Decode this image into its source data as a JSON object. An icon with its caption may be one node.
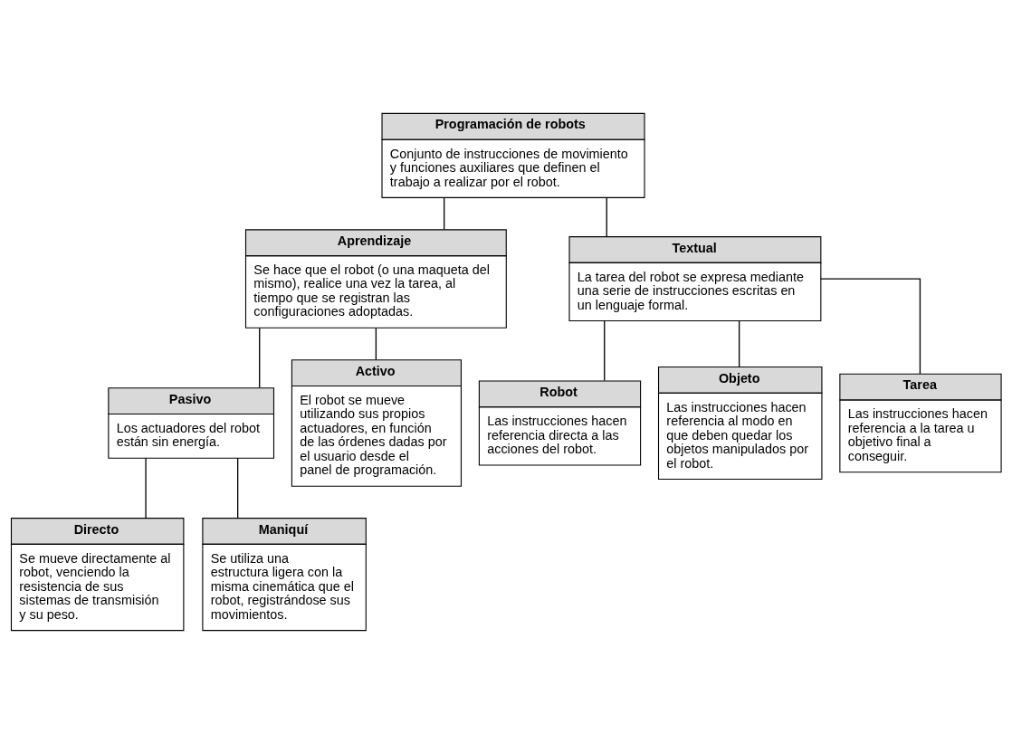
{
  "diagram": {
    "nodes": [
      {
        "text": [
          "Programación de robots",
          "Conjunto de instrucciones de movimiento y funciones auxiliares que definen el trabajo a realizar por el robot."
        ]
      },
      {
        "text": [
          "Aprendizaje",
          "Se hace que el robot (o una maqueta del mismo), realice una vez la tarea, al tiempo que se registran las configuraciones adoptadas."
        ]
      },
      {
        "text": [
          "Textual",
          "La tarea del robot se expresa mediante una serie de instrucciones escritas en un lenguaje formal."
        ]
      },
      {
        "text": [
          "Pasivo",
          "Los actuadores del robot están sin energía."
        ]
      },
      {
        "text": [
          "Activo",
          "El robot se mueve utilizando sus propios actuadores, en función de las órdenes dadas por el usuario desde el panel de programación."
        ]
      },
      {
        "text": [
          "Robot",
          "Las instrucciones hacen referencia directa a las acciones del robot."
        ]
      },
      {
        "text": [
          "Objeto",
          "Las instrucciones hacen referencia al modo en que deben quedar los objetos manipulados por el robot."
        ]
      },
      {
        "text": [
          "Tarea",
          "Las instrucciones hacen referencia a la tarea u objetivo final a conseguir."
        ]
      },
      {
        "text": [
          "Directo",
          "Se mueve directamente al robot, venciendo la resistencia de sus sistemas de transmisión y su peso."
        ]
      },
      {
        "text": [
          "Maniquí",
          "Se utiliza una estructura ligera con la misma cinemática que el robot, registrándose sus movimientos."
        ]
      }
    ],
    "edges": [
      {
        "from": 0,
        "to": 1,
        "arrow": "none"
      },
      {
        "from": 0,
        "to": 2,
        "arrow": "none"
      },
      {
        "from": 1,
        "to": 3,
        "arrow": "none"
      },
      {
        "from": 1,
        "to": 4,
        "arrow": "none"
      },
      {
        "from": 2,
        "to": 5,
        "arrow": "none"
      },
      {
        "from": 2,
        "to": 6,
        "arrow": "none"
      },
      {
        "from": 2,
        "to": 7,
        "arrow": "none"
      },
      {
        "from": 3,
        "to": 8,
        "arrow": "none"
      },
      {
        "from": 3,
        "to": 9,
        "arrow": "none"
      }
    ]
  }
}
